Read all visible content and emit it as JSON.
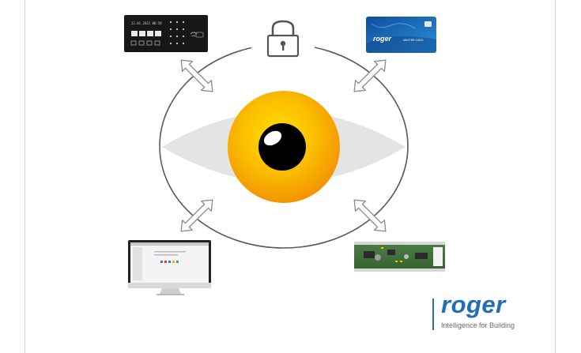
{
  "brand": {
    "name": "roger",
    "tagline": "Intelligence for Building",
    "color": "#1f6fb2"
  },
  "devices": {
    "keypad": {
      "icon": "keypad-reader-icon",
      "display_text": "22.01.2022 08:59"
    },
    "card": {
      "icon": "proximity-card-icon",
      "logo_text": "roger",
      "card_text": "MASTER CARD"
    },
    "monitor": {
      "icon": "monitor-software-icon"
    },
    "controller": {
      "icon": "controller-board-icon"
    }
  },
  "center": {
    "icon": "eye-icon",
    "iris_color": "#f7a600"
  },
  "lock": {
    "icon": "padlock-icon"
  }
}
